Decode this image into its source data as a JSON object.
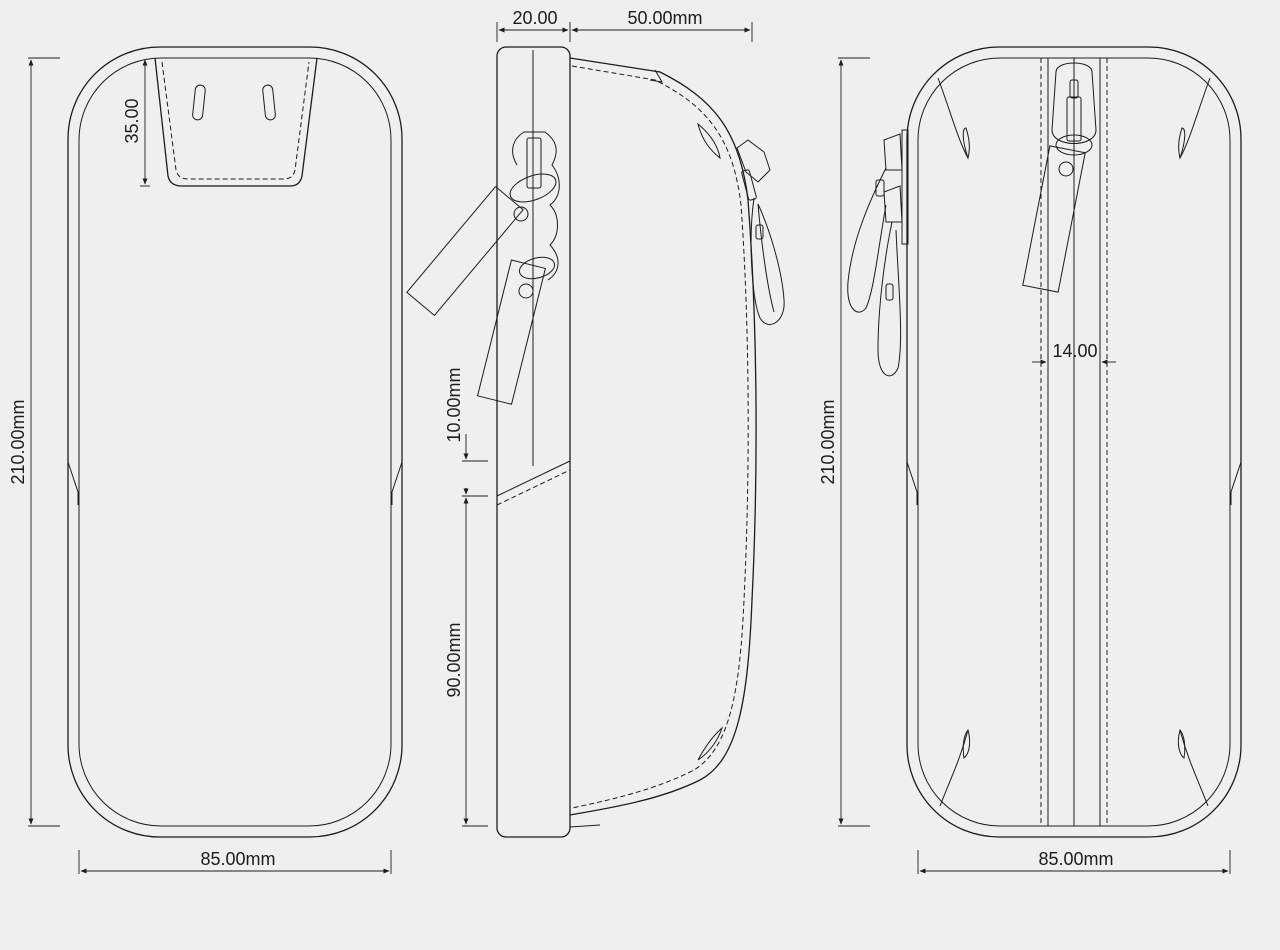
{
  "dimensions": {
    "front_height": "210.00mm",
    "front_top_panel": "35.00",
    "front_width": "85.00mm",
    "side_depth": "20.00",
    "side_handle": "50.00mm",
    "side_upper": "10.00mm",
    "side_lower": "90.00mm",
    "back_height": "210.00mm",
    "back_zip_width": "14.00",
    "back_width": "85.00mm"
  },
  "colors": {
    "background": "#efefef",
    "stroke": "#1c1c1c"
  }
}
